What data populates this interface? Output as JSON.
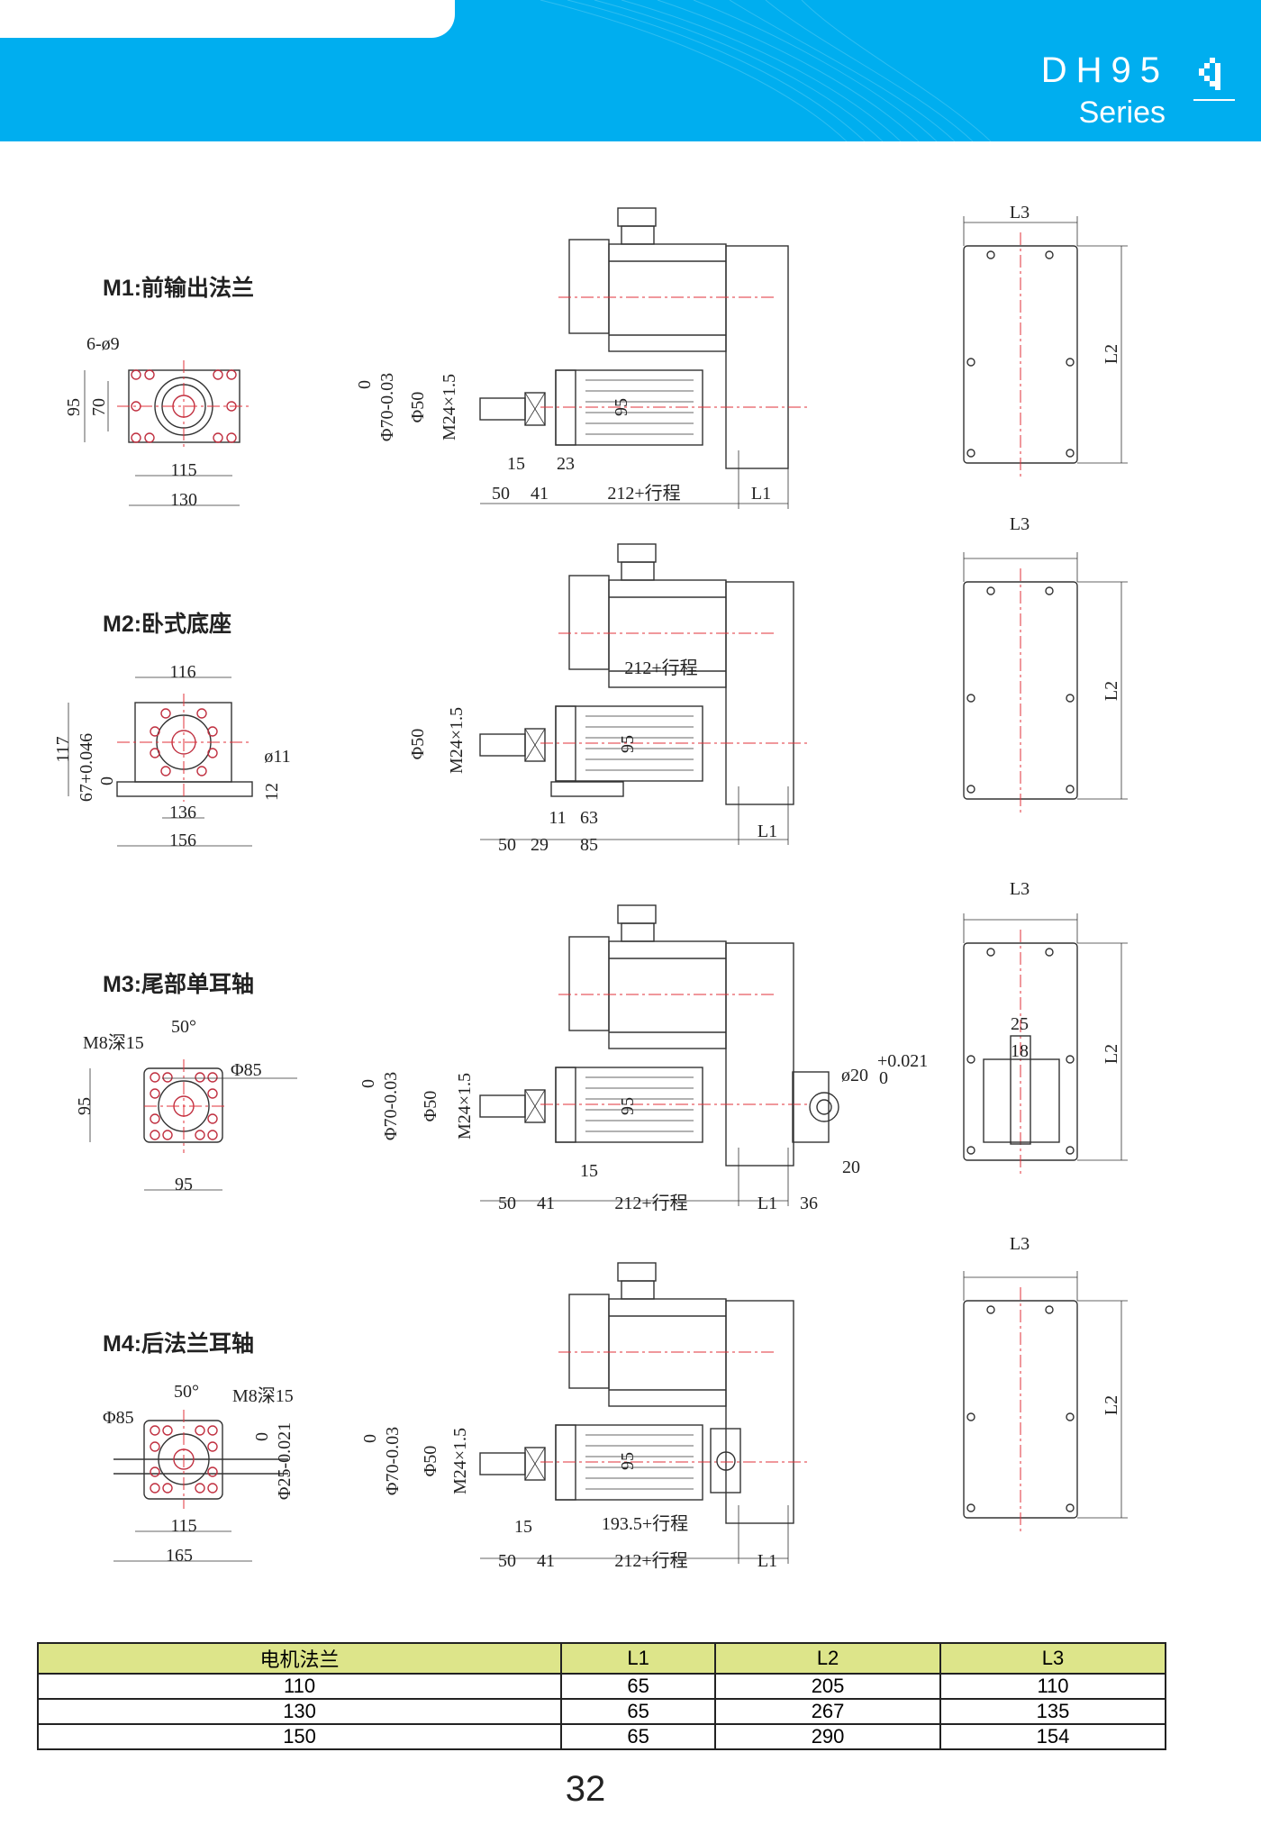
{
  "header": {
    "title": "DH95",
    "subtitle": "Series",
    "logo": "brand-mark",
    "color": "#00aeef"
  },
  "sections": [
    {
      "title": "M1:前输出法兰",
      "front": [
        "6-ø9",
        "95",
        "70",
        "115",
        "130"
      ],
      "side": [
        "Φ70-0.03",
        "0",
        "Φ50",
        "M24×1.5",
        "95",
        "15",
        "23",
        "50",
        "41",
        "212+行程",
        "L1"
      ],
      "plan": [
        "L3",
        "L2"
      ]
    },
    {
      "title": "M2:卧式底座",
      "front": [
        "116",
        "117",
        "67+0.046",
        "0",
        "ø11",
        "12",
        "136",
        "156"
      ],
      "side": [
        "212+行程",
        "Φ50",
        "M24×1.5",
        "95",
        "11",
        "63",
        "50",
        "29",
        "85",
        "L1"
      ],
      "plan": [
        "L3",
        "L2"
      ]
    },
    {
      "title": "M3:尾部单耳轴",
      "front": [
        "M8深15",
        "50°",
        "Φ85",
        "95",
        "95"
      ],
      "side": [
        "Φ70-0.03",
        "0",
        "Φ50",
        "M24×1.5",
        "95",
        "ø20",
        "+0.021",
        "0",
        "15",
        "20",
        "50",
        "41",
        "212+行程",
        "L1",
        "36"
      ],
      "plan": [
        "L3",
        "L2",
        "25",
        "18"
      ]
    },
    {
      "title": "M4:后法兰耳轴",
      "front": [
        "Φ85",
        "50°",
        "M8深15",
        "Φ25-0.021",
        "0",
        "115",
        "165"
      ],
      "side": [
        "Φ70-0.03",
        "0",
        "Φ50",
        "M24×1.5",
        "95",
        "15",
        "193.5+行程",
        "50",
        "41",
        "212+行程",
        "L1"
      ],
      "plan": [
        "L3",
        "L2"
      ]
    }
  ],
  "table": {
    "header_color": "#dde58a",
    "columns": [
      "电机法兰",
      "L1",
      "L2",
      "L3"
    ],
    "rows": [
      [
        "110",
        "65",
        "205",
        "110"
      ],
      [
        "130",
        "65",
        "267",
        "135"
      ],
      [
        "150",
        "65",
        "290",
        "154"
      ]
    ]
  },
  "page_number": "32"
}
